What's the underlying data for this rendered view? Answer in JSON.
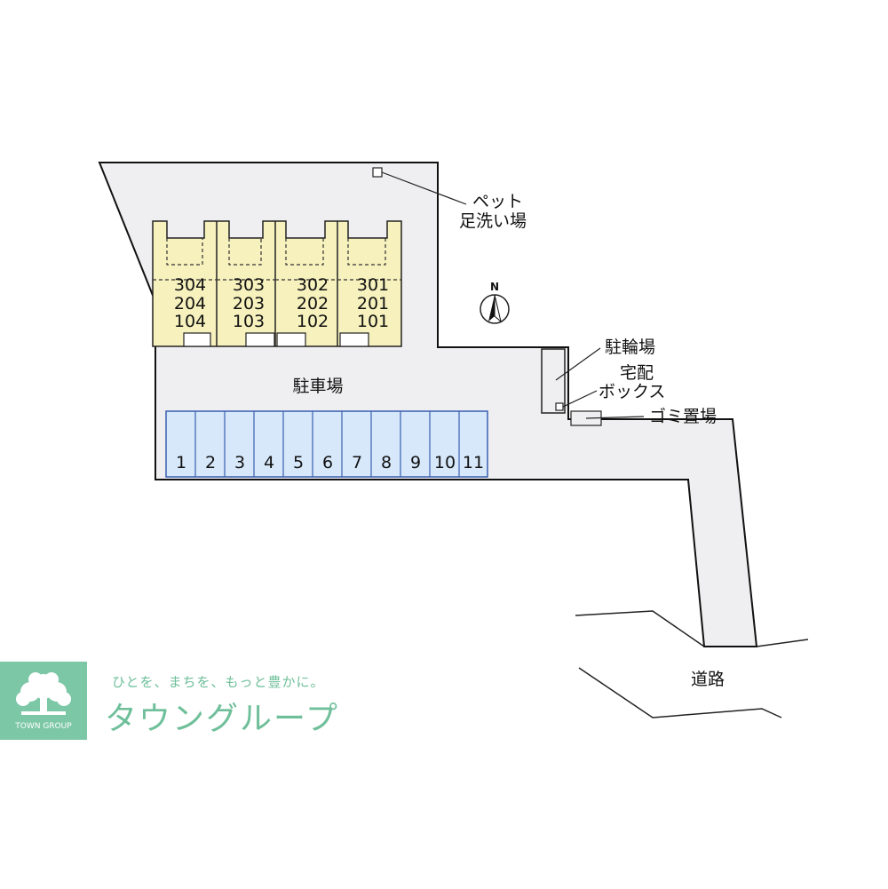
{
  "site_plan": {
    "parking_label": "駐車場",
    "pet_wash_label": [
      "ペット",
      "足洗い場"
    ],
    "bicycle_parking_label": "駐輪場",
    "delivery_box_label": [
      "宅配",
      "ボックス"
    ],
    "garbage_label": "ゴミ置場",
    "road_label": "道路",
    "north_label": "N",
    "building_units": [
      [
        "304",
        "204",
        "104"
      ],
      [
        "303",
        "203",
        "103"
      ],
      [
        "302",
        "202",
        "102"
      ],
      [
        "301",
        "201",
        "101"
      ]
    ],
    "parking_slots": [
      "1",
      "2",
      "3",
      "4",
      "5",
      "6",
      "7",
      "8",
      "9",
      "10",
      "11"
    ]
  },
  "brand": {
    "tagline": "ひとを、まちを、もっと豊かに。",
    "name": "タウングループ",
    "logo_caption": "TOWN GROUP"
  },
  "colors": {
    "ground": "#efeff1",
    "building": "#f6f1bd",
    "parking": "#d7e8fb",
    "parking_border": "#3a5fb0",
    "brand": "#7cc7a6"
  }
}
